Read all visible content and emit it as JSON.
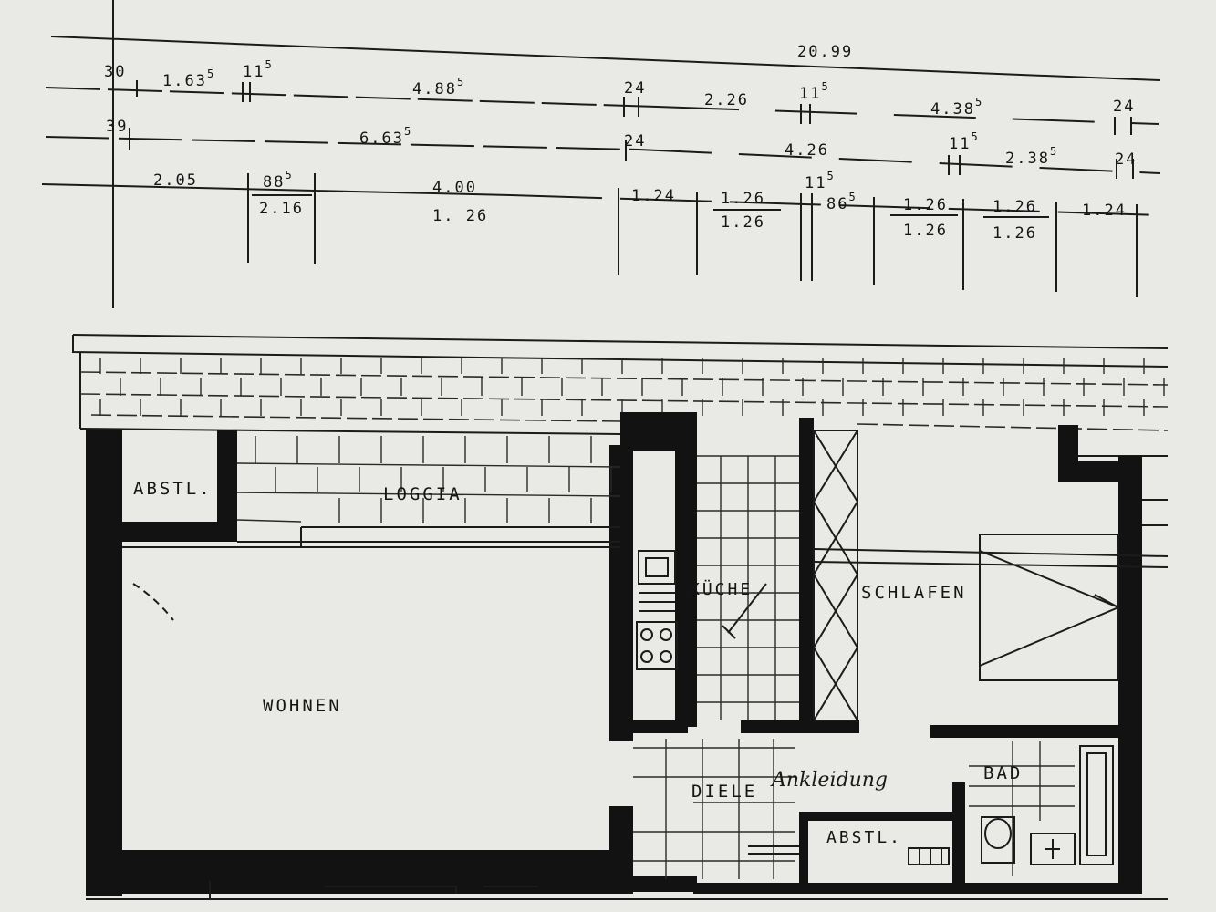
{
  "dimensions": {
    "total_width": "20.99",
    "row1": [
      {
        "value": "30",
        "sup": ""
      },
      {
        "value": "1.63",
        "sup": "5"
      },
      {
        "value": "11",
        "sup": "5"
      },
      {
        "value": "4.88",
        "sup": "5"
      },
      {
        "value": "24",
        "sup": ""
      },
      {
        "value": "2.26",
        "sup": ""
      },
      {
        "value": "11",
        "sup": "5"
      },
      {
        "value": "4.38",
        "sup": "5"
      },
      {
        "value": "24",
        "sup": ""
      }
    ],
    "row2": [
      {
        "value": "39",
        "sup": ""
      },
      {
        "value": "6.63",
        "sup": "5"
      },
      {
        "value": "24",
        "sup": ""
      },
      {
        "value": "4.26",
        "sup": ""
      },
      {
        "value": "11",
        "sup": "5"
      },
      {
        "value": "2.38",
        "sup": "5"
      },
      {
        "value": "24",
        "sup": ""
      }
    ],
    "row3_top": [
      {
        "value": "2.05",
        "sup": ""
      },
      {
        "value": "88",
        "sup": "5"
      },
      {
        "value": "4.00",
        "sup": ""
      },
      {
        "value": "1.24",
        "sup": ""
      },
      {
        "value": "1.26",
        "sup": ""
      },
      {
        "value": "11",
        "sup": "5"
      },
      {
        "value": "86",
        "sup": "5"
      },
      {
        "value": "1.26",
        "sup": ""
      },
      {
        "value": "1.26",
        "sup": ""
      },
      {
        "value": "1.24",
        "sup": ""
      }
    ],
    "row3_bottom": [
      {
        "value": "2.16",
        "sup": ""
      },
      {
        "value": "1.26",
        "sup": ""
      },
      {
        "value": "1.26",
        "sup": ""
      },
      {
        "value": "1.26",
        "sup": ""
      },
      {
        "value": "1.26",
        "sup": ""
      }
    ]
  },
  "rooms": {
    "abstellraum_1": "ABSTL.",
    "loggia": "LOGGIA",
    "kueche": "KÜCHE",
    "schlafen": "SCHLAFEN",
    "wohnen": "WOHNEN",
    "diele": "DIELE",
    "bad": "BAD",
    "abstellraum_2": "ABSTL."
  },
  "annotation": "Ankleidung"
}
